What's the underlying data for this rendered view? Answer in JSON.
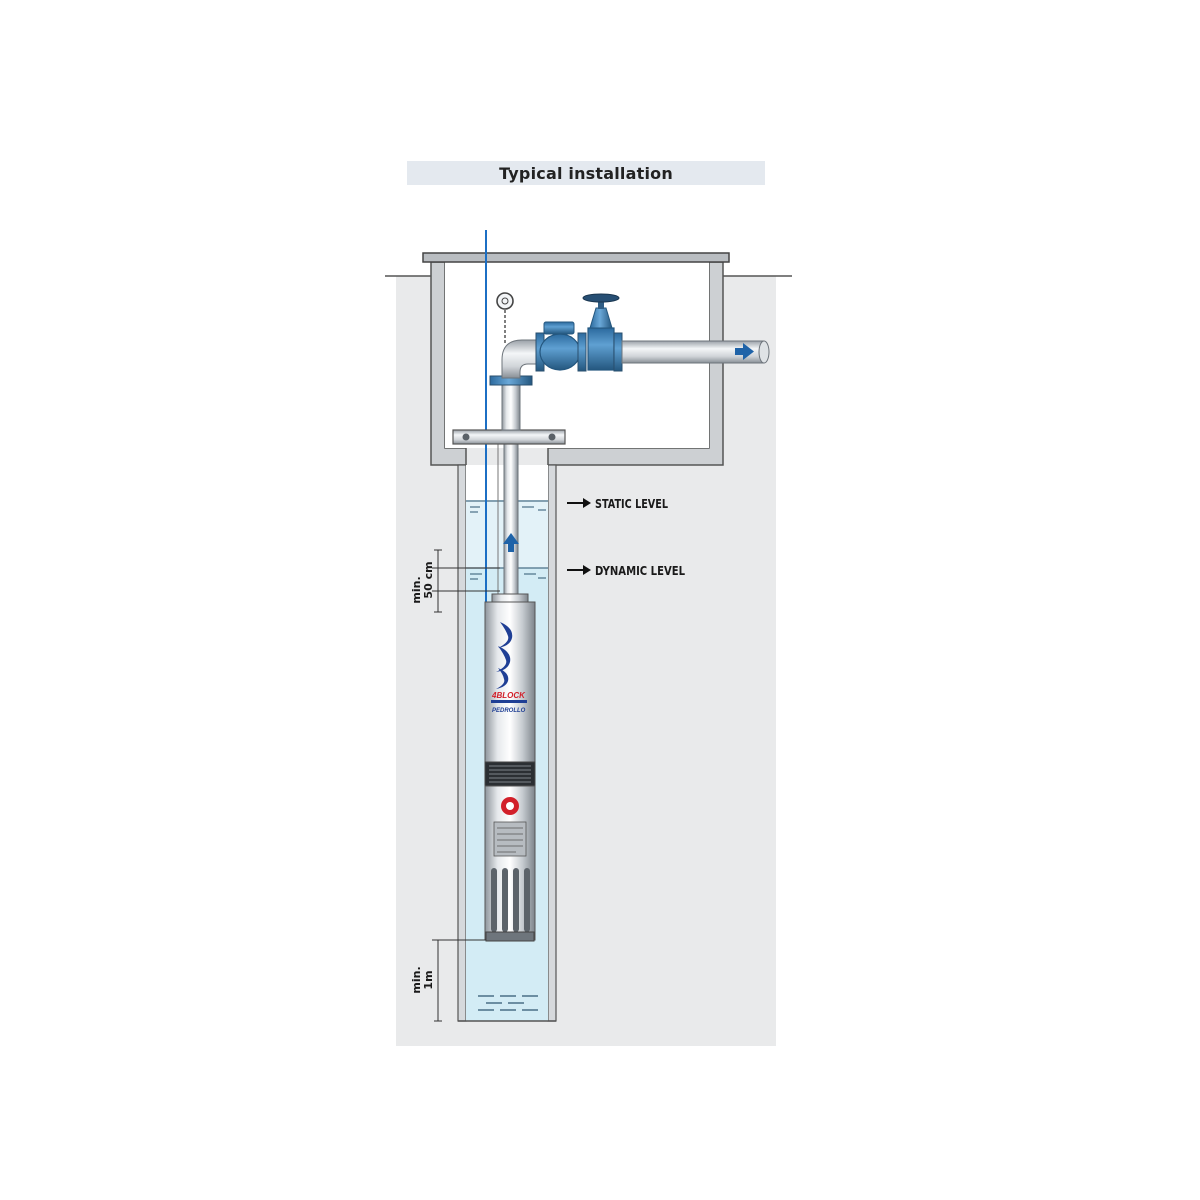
{
  "title": "Typical installation",
  "labels": {
    "static_level": "STATIC LEVEL",
    "dynamic_level": "DYNAMIC LEVEL",
    "min_50cm_line1": "min.",
    "min_50cm_line2": "50 cm",
    "min_1m_line1": "min.",
    "min_1m_line2": "1m"
  },
  "pump_brand": {
    "model": "4BLOCK",
    "maker": "PEDROLLO"
  },
  "colors": {
    "title_bg": "#e4e9ef",
    "ground": "#e9eaeb",
    "water": "#d3ecf5",
    "water_deep": "#c4e3f0",
    "fitting_blue": "#3d7fb4",
    "flow_arrow": "#1f63a8",
    "cable": "#1c6fc4",
    "pump_logo_blue": "#1f3f95",
    "pump_logo_red": "#d2202a"
  }
}
